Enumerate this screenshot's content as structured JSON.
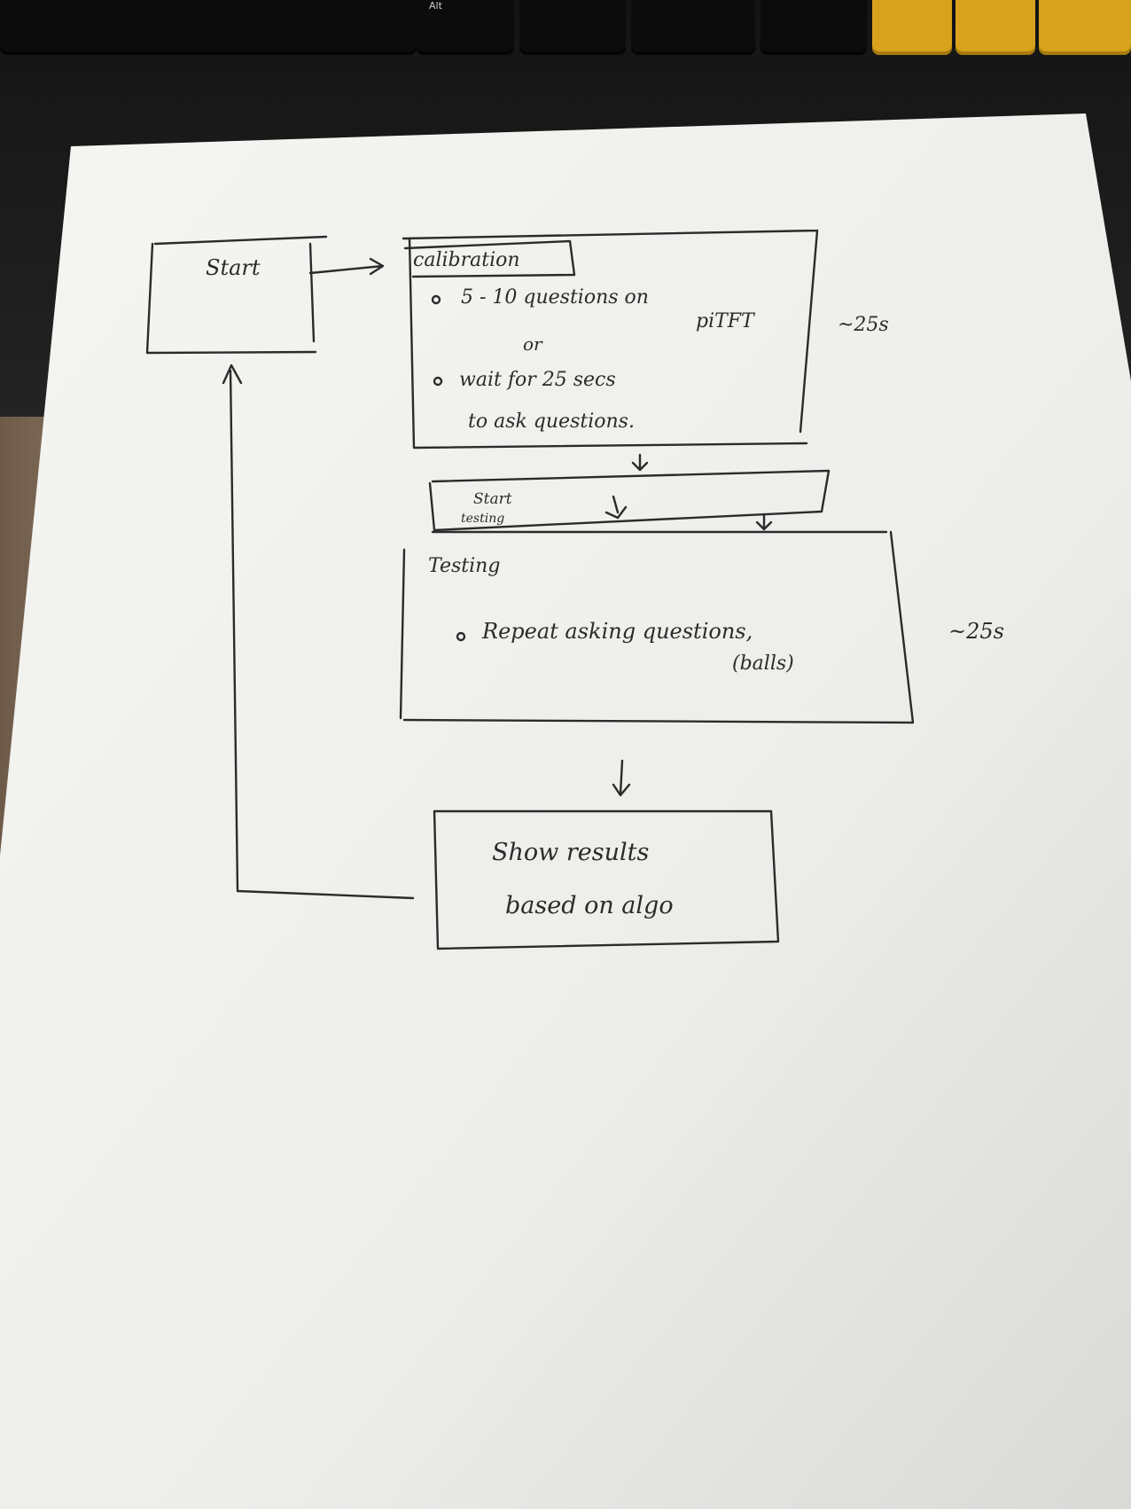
{
  "keyboard": {
    "alt_key": "Alt"
  },
  "flowchart": {
    "start": {
      "label": "Start"
    },
    "calibration": {
      "title": "calibration",
      "line1": "5 - 10 questions on",
      "line1_tail": "piTFT",
      "or": "or",
      "line2": "wait for 25 secs",
      "line3": "to ask questions.",
      "duration": "~25s"
    },
    "start_testing": {
      "line1": "Start",
      "line2": "testing"
    },
    "testing": {
      "title": "Testing",
      "line1": "Repeat asking questions,",
      "line1_sub": "(balls)",
      "duration": "~25s"
    },
    "results": {
      "line1": "Show results",
      "line2": "based on algo"
    }
  },
  "colors": {
    "ink": "#2b2b2b",
    "paper": "#f6f6f3",
    "keyboard": "#141414",
    "key_yellow": "#d9a21c",
    "desk": "#7d6752"
  }
}
